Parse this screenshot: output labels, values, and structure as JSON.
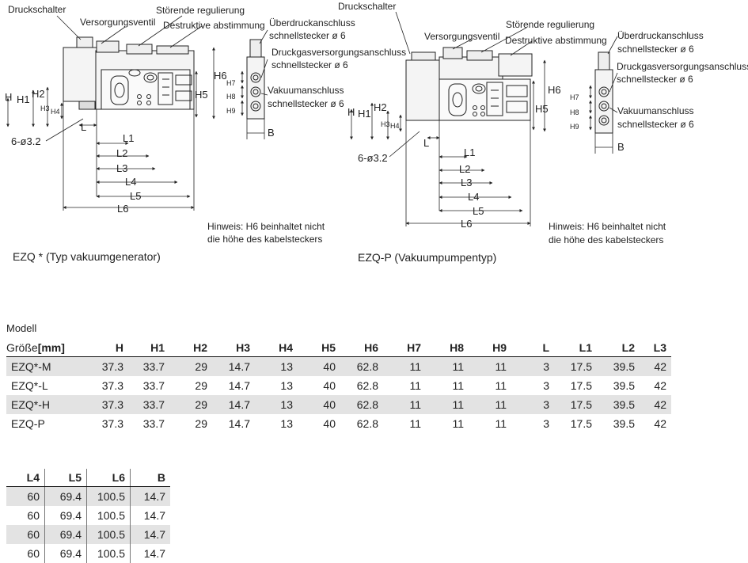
{
  "left_diagram": {
    "caption": "EZQ * (Typ vakuumgenerator)",
    "labels": {
      "druckschalter": "Druckschalter",
      "versorgungsventil": "Versorgungsventil",
      "stoerende": "Störende regulierung",
      "destruktive": "Destruktive abstimmung",
      "ueberdruck_1": "Überdruckanschluss",
      "ueberdruck_2": "schnellstecker ø 6",
      "druckgas_1": "Druckgasversorgungsanschluss",
      "druckgas_2": "schnellstecker ø 6",
      "vakuum_1": "Vakuumanschluss",
      "vakuum_2": "schnellstecker ø 6",
      "hole": "6-ø3.2",
      "hinweis_1": "Hinweis: H6 beinhaltet nicht",
      "hinweis_2": "die höhe des kabelsteckers"
    },
    "dims": [
      "H",
      "H1",
      "H2",
      "H3",
      "H4",
      "H5",
      "H6",
      "H7",
      "H8",
      "H9",
      "L",
      "L1",
      "L2",
      "L3",
      "L4",
      "L5",
      "L6",
      "B"
    ]
  },
  "right_diagram": {
    "caption": "EZQ-P (Vakuumpumpentyp)",
    "labels": {
      "druckschalter": "Druckschalter",
      "versorgungsventil": "Versorgungsventil",
      "stoerende": "Störende regulierung",
      "destruktive": "Destruktive abstimmung",
      "ueberdruck_1": "Überdruckanschluss",
      "ueberdruck_2": "schnellstecker ø 6",
      "druckgas_1": "Druckgasversorgungsanschluss",
      "druckgas_2": "schnellstecker ø 6",
      "vakuum_1": "Vakuumanschluss",
      "vakuum_2": "schnellstecker ø 6",
      "hole": "6-ø3.2",
      "hinweis_1": "Hinweis: H6 beinhaltet nicht",
      "hinweis_2": "die höhe des kabelsteckers"
    },
    "dims": [
      "H",
      "H1",
      "H2",
      "H3",
      "H4",
      "H5",
      "H6",
      "H7",
      "H8",
      "H9",
      "L",
      "L1",
      "L2",
      "L3",
      "L4",
      "L5",
      "L6",
      "B"
    ]
  },
  "table1": {
    "model_label": "Modell",
    "size_label": "Größe",
    "unit": "[mm]",
    "headers": [
      "H",
      "H1",
      "H2",
      "H3",
      "H4",
      "H5",
      "H6",
      "H7",
      "H8",
      "H9",
      "L",
      "L1",
      "L2",
      "L3"
    ],
    "rows": [
      {
        "model": "EZQ*-M",
        "values": [
          "37.3",
          "33.7",
          "29",
          "14.7",
          "13",
          "40",
          "62.8",
          "11",
          "11",
          "11",
          "3",
          "17.5",
          "39.5",
          "42"
        ]
      },
      {
        "model": "EZQ*-L",
        "values": [
          "37.3",
          "33.7",
          "29",
          "14.7",
          "13",
          "40",
          "62.8",
          "11",
          "11",
          "11",
          "3",
          "17.5",
          "39.5",
          "42"
        ]
      },
      {
        "model": "EZQ*-H",
        "values": [
          "37.3",
          "33.7",
          "29",
          "14.7",
          "13",
          "40",
          "62.8",
          "11",
          "11",
          "11",
          "3",
          "17.5",
          "39.5",
          "42"
        ]
      },
      {
        "model": "EZQ-P",
        "values": [
          "37.3",
          "33.7",
          "29",
          "14.7",
          "13",
          "40",
          "62.8",
          "11",
          "11",
          "11",
          "3",
          "17.5",
          "39.5",
          "42"
        ]
      }
    ]
  },
  "table2": {
    "headers": [
      "L4",
      "L5",
      "L6",
      "B"
    ],
    "rows": [
      [
        "60",
        "69.4",
        "100.5",
        "14.7"
      ],
      [
        "60",
        "69.4",
        "100.5",
        "14.7"
      ],
      [
        "60",
        "69.4",
        "100.5",
        "14.7"
      ],
      [
        "60",
        "69.4",
        "100.5",
        "14.7"
      ]
    ]
  }
}
